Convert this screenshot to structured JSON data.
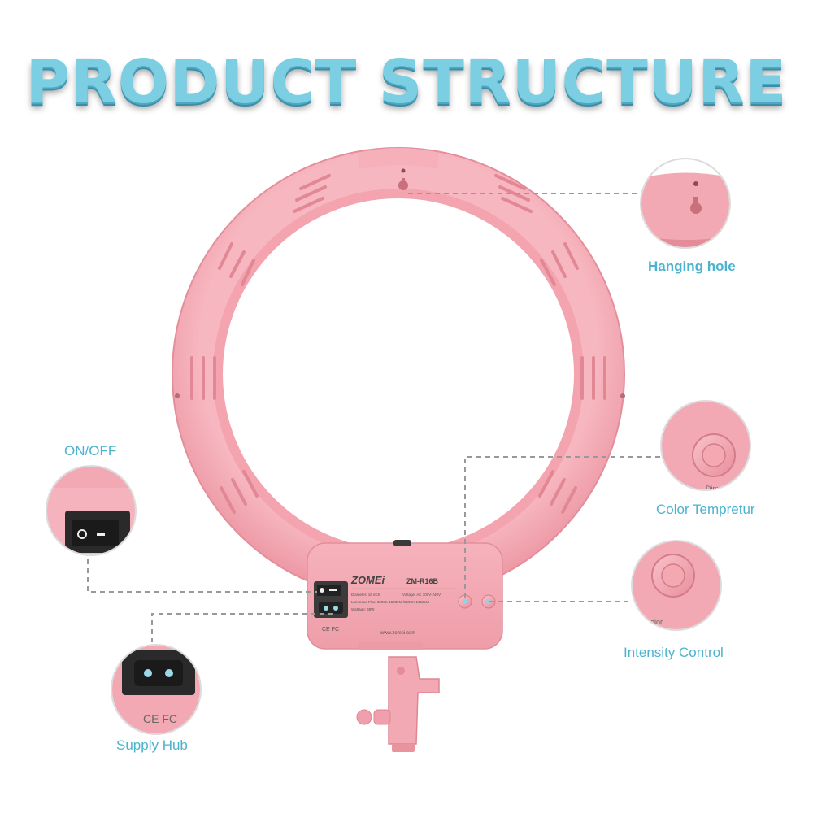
{
  "title": "PRODUCT STRUCTURE",
  "callouts": {
    "hanging_hole": "Hanging hole",
    "on_off": "ON/OFF",
    "color_temp": "Color Tempretur",
    "intensity": "Intensity Control",
    "supply_hub": "Supply Hub"
  },
  "device": {
    "brand": "ZOMEi",
    "model": "ZM-R16B",
    "specs": {
      "diameter": "Diameter: 16 inch",
      "voltage": "Voltage: AC 100V-240V",
      "flux": "Luminous Flux: 3200K-1500LM /5600K-1650LM",
      "wattage": "Wattage: 38W"
    },
    "website": "www.zomei.com",
    "certs": "CE FC",
    "knob_label_dimmer": "Dimmi",
    "knob_label_color": "olor"
  },
  "colors": {
    "accent": "#4bb3cd",
    "title": "#7ccfe2",
    "ring": "#f3a9b3",
    "ring_shadow": "#e48c98"
  }
}
